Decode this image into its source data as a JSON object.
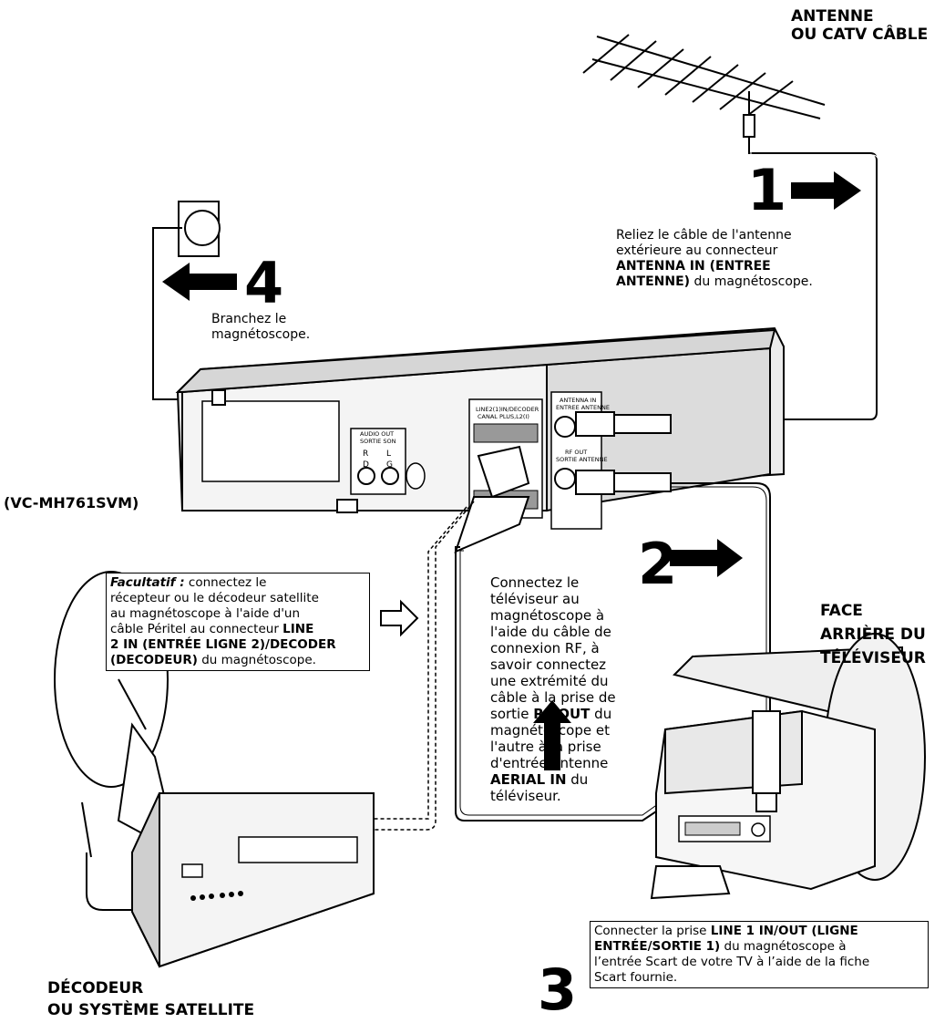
{
  "labels": {
    "antenna_line1": "ANTENNE",
    "antenna_line2": "OU CATV CÂBLE",
    "model": "(VC-MH761SVM)",
    "tv_rear_line1": "FACE",
    "tv_rear_line2": "ARRIÈRE DU",
    "tv_rear_line3": "TÉLÉVISEUR",
    "decoder_line1": "DÉCODEUR",
    "decoder_line2": "OU SYSTÈME SATELLITE"
  },
  "panel": {
    "line2_top": "LINE2(1)IN/DECODER",
    "line2_bottom": "CANAL PLUS,L2(I)",
    "antenna_in_1": "ANTENNA IN",
    "antenna_in_2": "ENTREE ANTENNE",
    "rf_out_1": "RF OUT",
    "rf_out_2": "SORTIE ANTENNE",
    "audio_out_1": "AUDIO OUT",
    "audio_out_2": "SORTIE SON",
    "audio_r": "R",
    "audio_l": "L",
    "audio_d": "D",
    "audio_g": "G"
  },
  "steps": {
    "s1": {
      "number": "1",
      "text1": "Reliez le câble de l'antenne",
      "text2": "extérieure au connecteur",
      "bold1": "ANTENNA IN (ENTREE",
      "bold2": "ANTENNE)",
      "text3": " du magnétoscope."
    },
    "s2": {
      "number": "2",
      "lines_a": [
        "Connectez le",
        "téléviseur au",
        "magnétoscope à",
        "l'aide du câble de",
        "connexion RF, à",
        "savoir connectez",
        "une extrémité du",
        "câble à la prise de",
        "sortie "
      ],
      "bold_rf": "RF OUT",
      "text_du": " du",
      "lines_b": [
        "magnétoscope et",
        "l'autre à la prise",
        "d'entrée antenne"
      ],
      "bold_aerial": "AERIAL IN",
      "text_du2": " du",
      "last": "téléviseur."
    },
    "s3": {
      "number": "3",
      "text1": "Connecter la prise ",
      "bold1": "LINE 1 IN/OUT (LIGNE",
      "bold2": "ENTRÉE/SORTIE 1)",
      "text2": " du magnétoscope à",
      "text3": "l’entrée Scart de votre TV à l’aide de la fiche",
      "text4": "Scart fournie."
    },
    "s4": {
      "number": "4",
      "text1": "Branchez le",
      "text2": "magnétoscope."
    },
    "optional": {
      "bold_italic": "Facultatif :",
      "text1": " connectez le",
      "text2": "récepteur ou le décodeur satellite",
      "text3": "au magnétoscope à l'aide d'un",
      "text4": "câble Péritel au connecteur ",
      "bold1": "LINE",
      "bold2": "2 IN (ENTRÉE LIGNE 2)/DECODER",
      "bold3": "(DECODEUR)",
      "text5": " du magnétoscope."
    }
  },
  "colors": {
    "ink": "#000000",
    "body_fill": "#e8e8e8",
    "body_dark": "#9a9a9a",
    "paper": "#ffffff"
  }
}
